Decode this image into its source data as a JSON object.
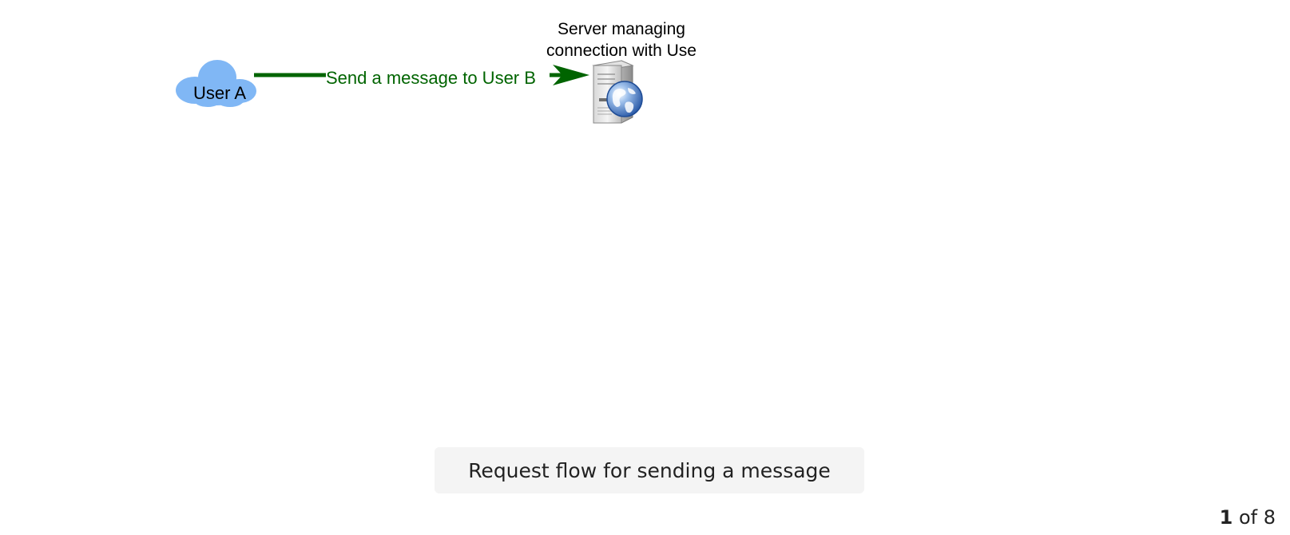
{
  "diagram": {
    "nodes": {
      "user_a": {
        "label": "User A",
        "shape": "cloud-icon",
        "color": "#80b7f5"
      },
      "server": {
        "label_line1": "Server managing",
        "label_line2": "connection with Use",
        "shape": "web-server-icon"
      }
    },
    "edges": [
      {
        "from": "user_a",
        "to": "server",
        "label": "Send a message to User B",
        "color": "#006400"
      }
    ]
  },
  "caption": "Request flow for sending a message",
  "pager": {
    "current": "1",
    "separator": "of",
    "total": "8"
  }
}
